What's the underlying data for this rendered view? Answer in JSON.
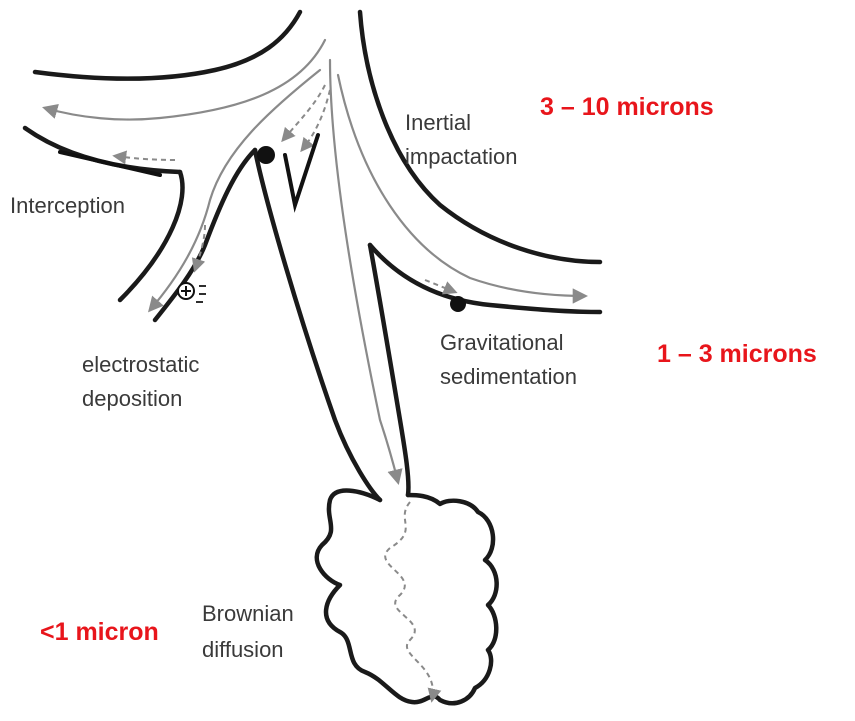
{
  "labels": {
    "interception": "Interception",
    "electrostatic_line1": "electrostatic",
    "electrostatic_line2": "deposition",
    "inertial_line1": "Inertial",
    "inertial_line2": "impactation",
    "gravitational_line1": "Gravitational",
    "gravitational_line2": "sedimentation",
    "brownian_line1": "Brownian",
    "brownian_line2": "diffusion"
  },
  "size_ranges": {
    "large": "3 – 10 microns",
    "medium": "1 – 3 microns",
    "small": "<1 micron"
  },
  "colors": {
    "size_text": "#e8151b",
    "label_text": "#3a3a3a",
    "airway_wall": "#1a1a1a",
    "flow_arrow": "#8a8a8a"
  }
}
